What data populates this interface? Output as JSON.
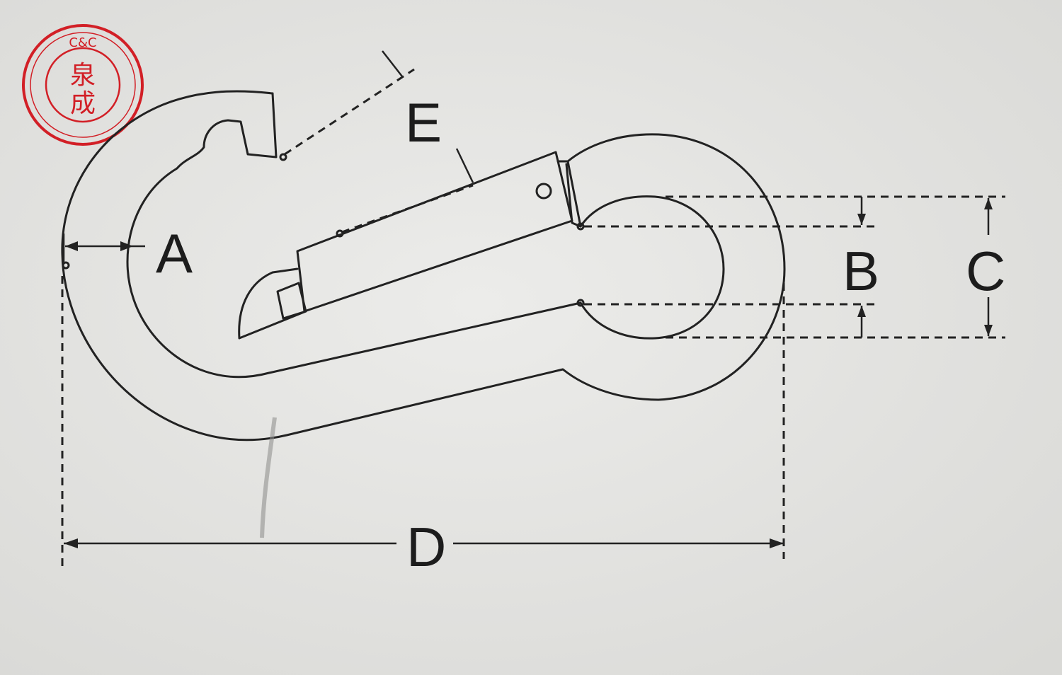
{
  "seal": {
    "text_top": "C&C",
    "char_upper": "泉",
    "char_lower": "成",
    "color": "#d21f26"
  },
  "dimension_labels": {
    "A": "A",
    "B": "B",
    "C": "C",
    "D": "D",
    "E": "E"
  },
  "colors": {
    "paper": "#e7e7e4",
    "ink": "#222222"
  }
}
